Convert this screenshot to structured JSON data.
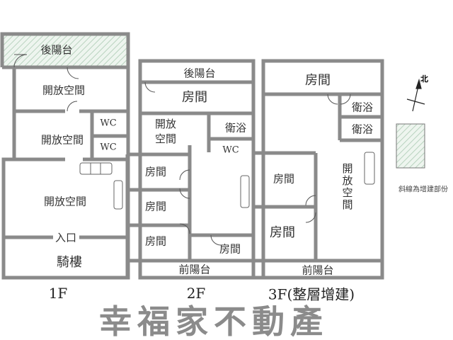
{
  "floors": {
    "f1": {
      "label": "1F",
      "rooms": {
        "back_balcony": "後陽台",
        "open1": "開放空間",
        "open2": "開放空間",
        "wc1": "WC",
        "wc2": "WC",
        "open3": "開放空間",
        "entrance": "入口",
        "arcade": "騎樓"
      }
    },
    "f2": {
      "label": "2F",
      "rooms": {
        "back_balcony": "後陽台",
        "room_top": "房間",
        "open": "開放空間",
        "bath": "衛浴",
        "wc": "WC",
        "room1": "房間",
        "room2": "房間",
        "room3": "房間",
        "room4": "房間",
        "front_balcony": "前陽台"
      }
    },
    "f3": {
      "label": "3F(整層增建)",
      "rooms": {
        "room_top": "房間",
        "bath1": "衛浴",
        "bath2": "衛浴",
        "room1": "房間",
        "room2": "房間",
        "open": "開放空間",
        "front_balcony": "前陽台"
      }
    }
  },
  "legend": {
    "north": "北",
    "hatch_note": "斜線為增建部份",
    "hatch_color": "#cfe3d4"
  },
  "watermark": "幸福家不動產"
}
